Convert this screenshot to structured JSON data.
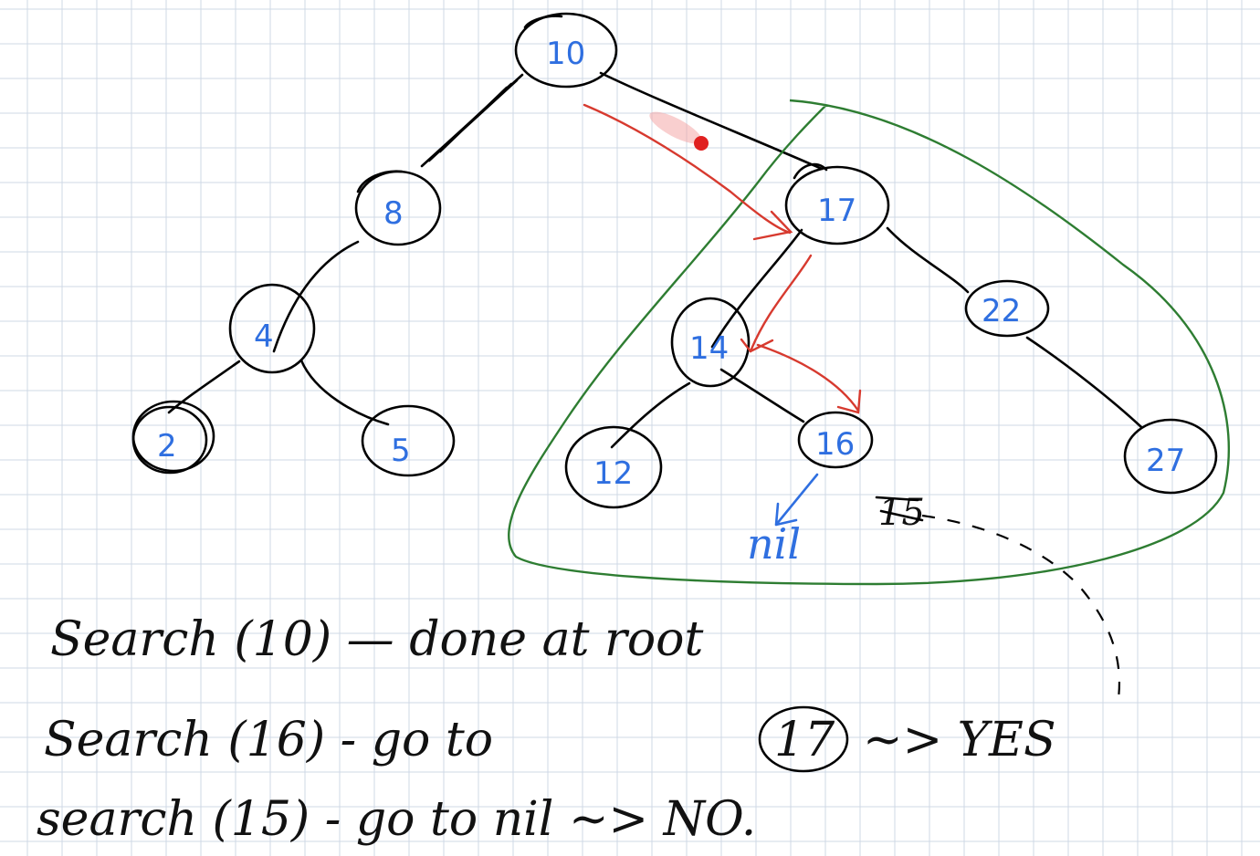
{
  "colors": {
    "ink": "#000000",
    "node_label": "#2f6fe0",
    "search_path": "#d73a2f",
    "subtree_outline": "#2e7d32",
    "grid": "#cfd8e6",
    "laser_dot": "#e02020"
  },
  "tree": {
    "root": "10",
    "nodes": [
      "10",
      "8",
      "4",
      "2",
      "5",
      "17",
      "14",
      "22",
      "12",
      "16",
      "27"
    ],
    "nil_label": "nil",
    "crossed_out": "15"
  },
  "notes": {
    "line1": "Search (10) — done at root",
    "line2": "Search (16) - go to",
    "line2_circled": "17",
    "line2_result": "~> YES",
    "line3": "search (15) - go to nil ~> NO."
  }
}
